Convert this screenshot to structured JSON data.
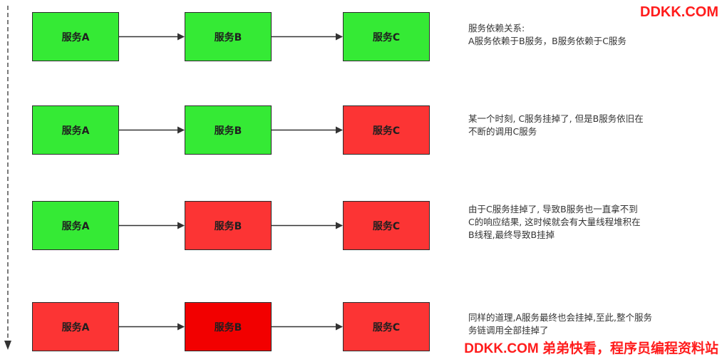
{
  "colors": {
    "healthy": "#35ea35",
    "failed": "#fc3434",
    "dead": "#f20000",
    "watermark": "#ff1c1c"
  },
  "watermark": {
    "top": "DDKK.COM",
    "bottom": "DDKK.COM 弟弟快看，程序员编程资料站"
  },
  "rows": [
    {
      "services": [
        {
          "label": "服务A",
          "state": "healthy"
        },
        {
          "label": "服务B",
          "state": "healthy"
        },
        {
          "label": "服务C",
          "state": "healthy"
        }
      ],
      "note": "服务依赖关系:\n    A服务依赖于B服务，B服务依赖于C服务"
    },
    {
      "services": [
        {
          "label": "服务A",
          "state": "healthy"
        },
        {
          "label": "服务B",
          "state": "healthy"
        },
        {
          "label": "服务C",
          "state": "failed"
        }
      ],
      "note": "某一个时刻, C服务挂掉了, 但是B服务依旧在\n不断的调用C服务"
    },
    {
      "services": [
        {
          "label": "服务A",
          "state": "healthy"
        },
        {
          "label": "服务B",
          "state": "failed"
        },
        {
          "label": "服务C",
          "state": "failed"
        }
      ],
      "note": "由于C服务挂掉了, 导致B服务也一直拿不到\nC的响应结果, 这时候就会有大量线程堆积在\nB线程,最终导致B挂掉"
    },
    {
      "services": [
        {
          "label": "服务A",
          "state": "failed"
        },
        {
          "label": "服务B",
          "state": "dead"
        },
        {
          "label": "服务C",
          "state": "failed"
        }
      ],
      "note": "同样的道理,A服务最终也会挂掉,至此,整个服务\n务链调用全部挂掉了"
    }
  ]
}
